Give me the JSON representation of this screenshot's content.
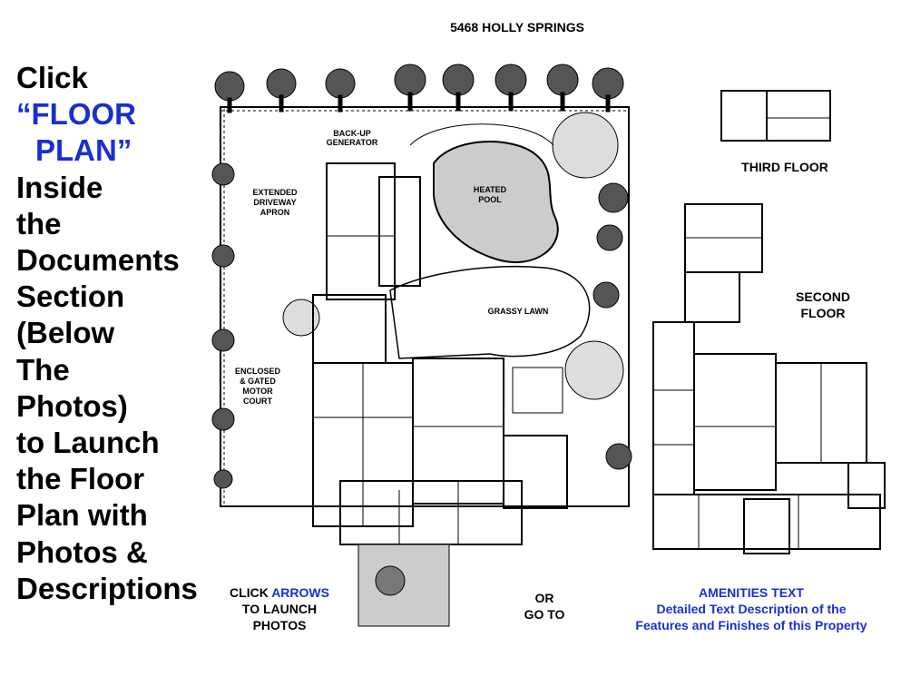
{
  "page_title": "5468 HOLLY SPRINGS",
  "instructions": {
    "line1": "Click",
    "line2": "“FLOOR",
    "line3": "PLAN”",
    "rest": [
      "Inside",
      "the",
      "Documents",
      "Section",
      "(Below",
      "The",
      "Photos)",
      "to Launch",
      "the Floor",
      "Plan with",
      "Photos &",
      "Descriptions"
    ]
  },
  "click_arrows": {
    "prefix": "CLICK ",
    "link": "ARROWS",
    "line2": "TO LAUNCH",
    "line3": "PHOTOS"
  },
  "or_goto": {
    "line1": "OR",
    "line2": "GO TO"
  },
  "amenities": {
    "title": "AMENITIES TEXT",
    "line2": "Detailed Text  Description of the",
    "line3": "Features and Finishes of this Property"
  },
  "third_floor": "THIRD FLOOR",
  "second_floor": {
    "line1": "SECOND",
    "line2": "FLOOR"
  },
  "site_labels": {
    "generator": [
      "BACK-UP",
      "GENERATOR"
    ],
    "driveway": [
      "EXTENDED",
      "DRIVEWAY",
      "APRON"
    ],
    "pool": [
      "HEATED",
      "POOL"
    ],
    "lawn": "GRASSY LAWN",
    "motor_court": [
      "ENCLOSED",
      "& GATED",
      "MOTOR",
      "COURT"
    ]
  },
  "colors": {
    "accent_blue": "#1b2fd1",
    "ink": "#000000",
    "tree_gray": "#555555"
  }
}
